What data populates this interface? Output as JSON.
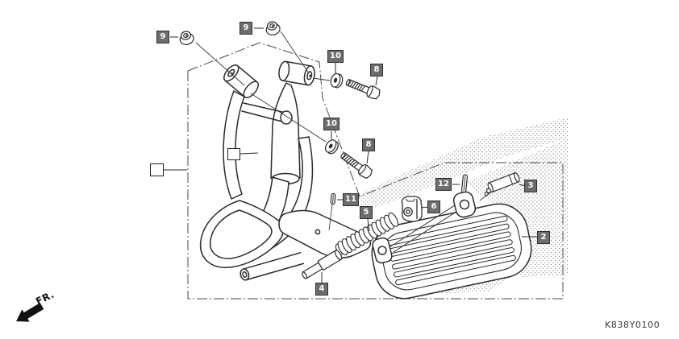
{
  "diagram": {
    "drawing_code": "K838Y0100",
    "orientation_label": "FR.",
    "callouts": {
      "c9a": "9",
      "c9b": "9",
      "c10a": "10",
      "c8a": "8",
      "c10b": "10",
      "c8b": "8",
      "c11": "11",
      "c5": "5",
      "c12": "12",
      "c6": "6",
      "c3": "3",
      "c2": "2",
      "c4": "4"
    },
    "colors": {
      "line": "#2b2b2b",
      "boundary": "#4a4a4a",
      "callout_bg": "#6d6d6d",
      "callout_text": "#ffffff",
      "stipple": "#8f8f8f"
    }
  }
}
